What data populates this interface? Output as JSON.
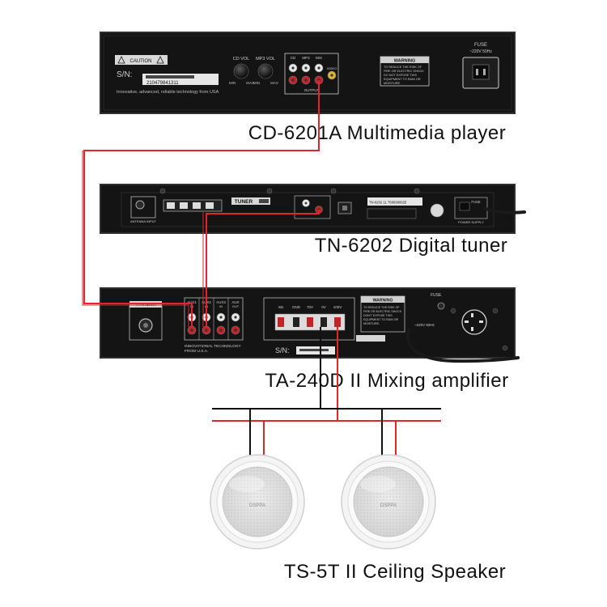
{
  "devices": {
    "player": {
      "caption": "CD-6201A Multimedia player",
      "sn_label": "S/N:",
      "sn_value": "210479841311",
      "tagline": "Innovative, advanced, reliable technology from USA",
      "caution": "CAUTION",
      "cd_vol": "CD VOL",
      "mp3_vol": "MP3 VOL",
      "min": "MIN",
      "max": "MAX",
      "port_cd": "CD",
      "port_mp3": "MP3",
      "port_mix": "MIX",
      "port_video": "VIDEO",
      "output": "OUTPUT",
      "warning": "WARNING",
      "warning_text": [
        "TO REDUCE THE RISK OF",
        "FIRE OR ELECTRIC SHOCK",
        "DO NOT EXPOSE THIS",
        "EQUIPMENT TO RAIN OR",
        "MOISTURE."
      ],
      "fuse": "FUSE",
      "voltage": "~220V 50Hz"
    },
    "tuner": {
      "caption": "TN-6202 Digital tuner",
      "brand": "TUNER",
      "antenna": "ANTENNA INPUT",
      "sn_value": "TN-6202 11  7586380025",
      "power": "POWER SUPPLY",
      "fuse": "FUSE"
    },
    "amplifier": {
      "caption": "TA-240D II Mixing amplifier",
      "antenna": "TI ANTENNA",
      "aux1": "AUX1",
      "aux2": "AUX2",
      "aux3": "AUX3",
      "aux_out": "AUX",
      "in": "IN",
      "out": "OUT",
      "tagline": [
        "INNOVATIONAL TECHNOLOGY",
        "FROM U.S.A."
      ],
      "term_8ohm": "8Ω",
      "term_gnd": "GND",
      "term_70v": "70V",
      "term_0v": "0V",
      "term_100v": "100V",
      "warning": "WARNING",
      "warning_text": [
        "TO REDUCE THE RISK OF",
        "FIRE OR ELECTRIC SHOCK",
        "DON'T EXPOSE THIS",
        "EQUIPMENT TO RAIN OR",
        "MOISTURE."
      ],
      "fuse": "FUSE",
      "voltage": "~220V 50Hz",
      "sn_label": "S/N:"
    },
    "speakers": {
      "caption": "TS-5T II  Ceiling Speaker",
      "logo": "DSPPA"
    }
  },
  "colors": {
    "panel": "#141414",
    "panel_edge": "#2e2e2e",
    "silk": "#cfcfcf",
    "wire_red": "#e0262b",
    "wire_black": "#111111",
    "rca_red": "#c4232a",
    "rca_white": "#e8e8e8",
    "speaker_body": "#f4f4f4",
    "speaker_grille": "#e6e6e6"
  }
}
